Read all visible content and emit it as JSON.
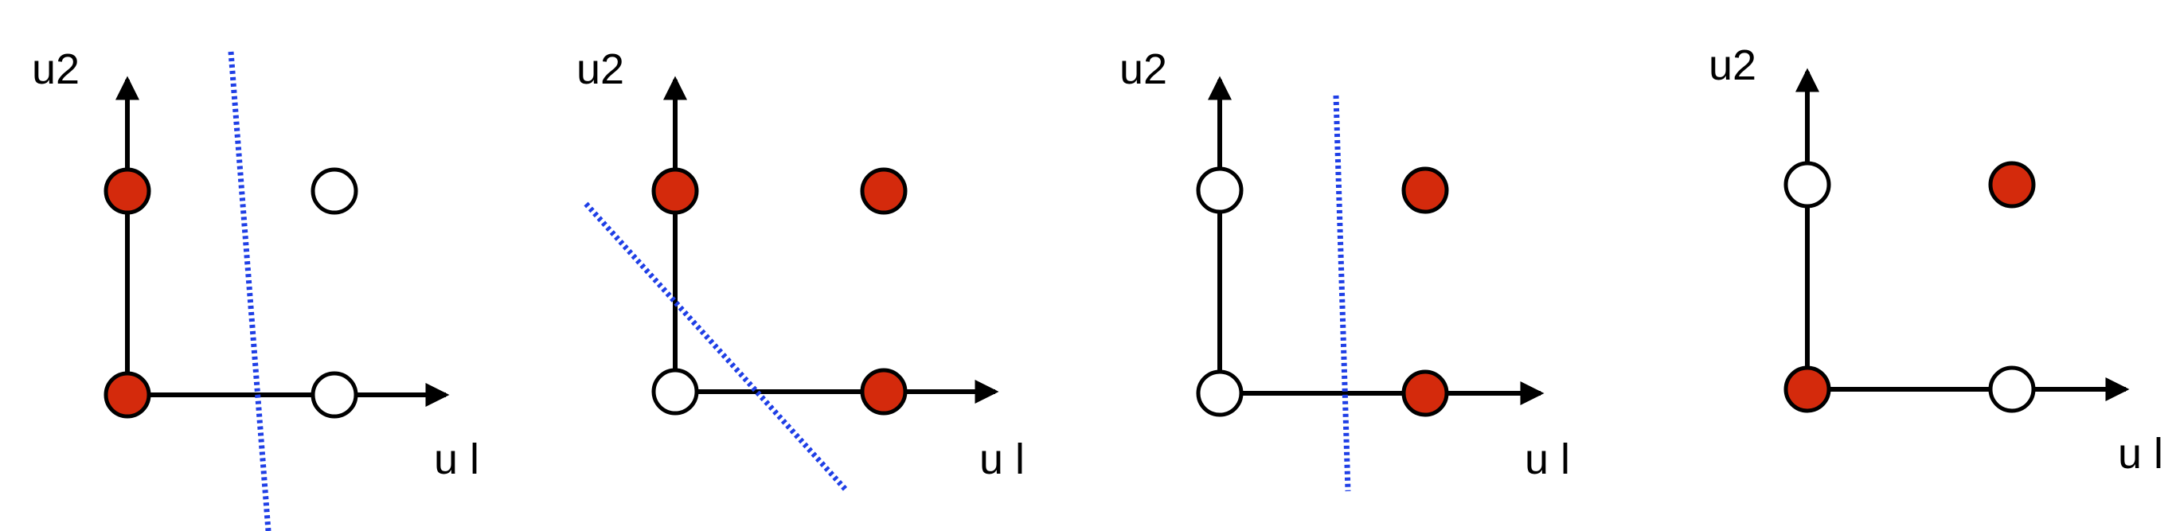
{
  "colors": {
    "axis": "#000000",
    "filled_point": "#d42a0c",
    "open_point": "#ffffff",
    "separator": "#1f3fe6"
  },
  "panels": [
    {
      "y_label": "u2",
      "x_label": "u l",
      "points": [
        {
          "u1": 0,
          "u2": 0,
          "filled": true
        },
        {
          "u1": 1,
          "u2": 0,
          "filled": false
        },
        {
          "u1": 0,
          "u2": 1,
          "filled": true
        },
        {
          "u1": 1,
          "u2": 1,
          "filled": false
        }
      ],
      "has_separator": true
    },
    {
      "y_label": "u2",
      "x_label": "u l",
      "points": [
        {
          "u1": 0,
          "u2": 0,
          "filled": false
        },
        {
          "u1": 1,
          "u2": 0,
          "filled": true
        },
        {
          "u1": 0,
          "u2": 1,
          "filled": true
        },
        {
          "u1": 1,
          "u2": 1,
          "filled": true
        }
      ],
      "has_separator": true
    },
    {
      "y_label": "u2",
      "x_label": "u l",
      "points": [
        {
          "u1": 0,
          "u2": 0,
          "filled": false
        },
        {
          "u1": 1,
          "u2": 0,
          "filled": true
        },
        {
          "u1": 0,
          "u2": 1,
          "filled": false
        },
        {
          "u1": 1,
          "u2": 1,
          "filled": true
        }
      ],
      "has_separator": true
    },
    {
      "y_label": "u2",
      "x_label": "u l",
      "points": [
        {
          "u1": 0,
          "u2": 0,
          "filled": true
        },
        {
          "u1": 1,
          "u2": 0,
          "filled": false
        },
        {
          "u1": 0,
          "u2": 1,
          "filled": false
        },
        {
          "u1": 1,
          "u2": 1,
          "filled": true
        }
      ],
      "has_separator": false
    }
  ]
}
